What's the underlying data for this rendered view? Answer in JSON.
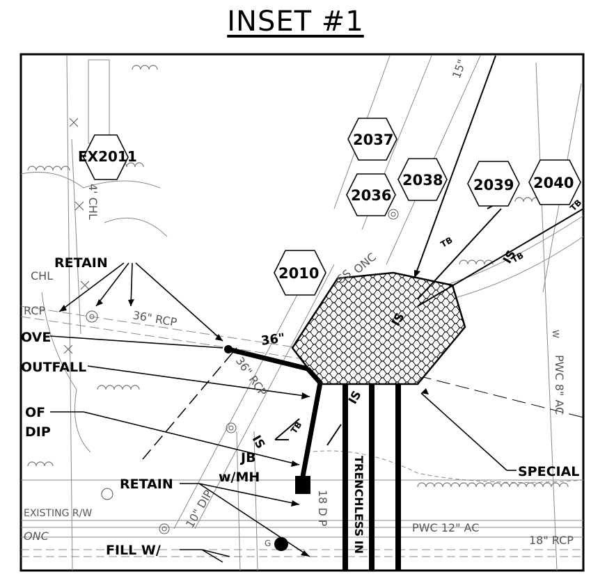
{
  "title": "INSET #1",
  "sheets": [
    "EX2011",
    "2037",
    "2038",
    "2036",
    "2039",
    "2040",
    "2010"
  ],
  "callouts": {
    "retain_top": "RETAIN",
    "remove": "OVE",
    "outfall": "OUTFALL",
    "end_of": "OF",
    "dip": "DIP",
    "jb": "JB",
    "wmh": "w/MH",
    "retain_bottom": "RETAIN",
    "special": "SPECIAL",
    "fill": "FILL W/",
    "trenchless": "TRENCHLESS IN"
  },
  "map_text": {
    "rcp36_a": "36\" RCP",
    "rcp36_b": "36\"",
    "rcp36_c": "36\" RCP",
    "chl4": "4' CHL",
    "chl": "CHL",
    "rcp_left": "RCP",
    "existing_rw": "EXISTING R/W",
    "onc": "ONC",
    "onc2": "ONC",
    "dip10": "10\" DIP",
    "pwc12": "PWC 12\" AC",
    "rcp18": "18\" RCP",
    "pwc8": "PWC 8\" AC",
    "w": "W",
    "ss": "SS",
    "tb1": "TB",
    "tb2": "TB",
    "tb3": "TB",
    "tb4": "TB",
    "is1": "IS",
    "is2": "IS",
    "is3": "IS",
    "is4": "IS",
    "pipe15": "15\"",
    "g": "G",
    "sidp": "18 D P"
  }
}
